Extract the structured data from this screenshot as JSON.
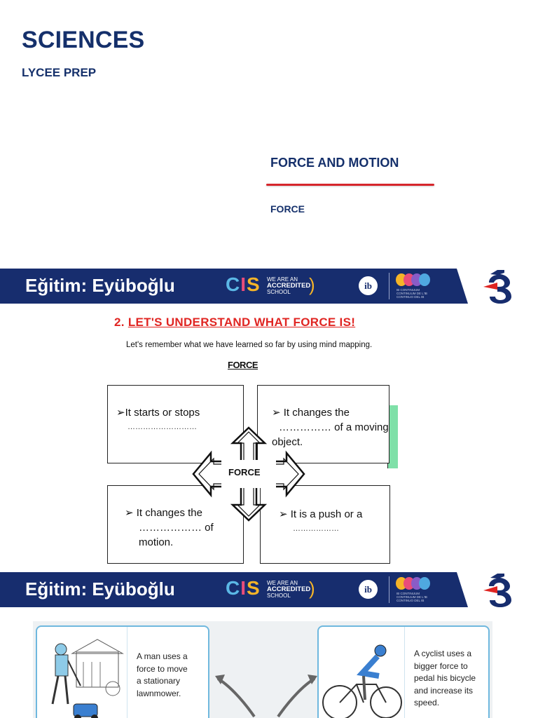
{
  "header": {
    "title": "SCIENCES",
    "subtitle": "LYCEE PREP"
  },
  "section": {
    "title": "FORCE AND MOTION",
    "subtitle": "FORCE"
  },
  "banner": {
    "school_name": "Eğitim: Eyüboğlu",
    "cis_letters": [
      "C",
      "I",
      "S"
    ],
    "cis_line1": "WE ARE AN",
    "cis_line2": "ACCREDITED",
    "cis_line3": "SCHOOL",
    "ib_mark": "ib",
    "ib_small_text": "IB CONTINUUM CONTINUUM DE L'IB CONTINUO DEL IB",
    "colors": {
      "bar": "#172d6e",
      "cis_c": "#5bb8e6",
      "cis_i": "#e94c7a",
      "cis_s": "#f5b428",
      "logo_red": "#e02522"
    }
  },
  "worksheet": {
    "title_number": "2.",
    "title_text": "LET'S UNDERSTAND WHAT FORCE IS!",
    "intro": "Let's remember what we have learned so far by using mind mapping.",
    "heading": "FORCE",
    "center_label": "FORCE",
    "boxes": [
      {
        "line1": "➢It starts or stops",
        "line2": "………………………"
      },
      {
        "line1": "➢  It changes the",
        "line2": "…………… of a moving",
        "line3": "object."
      },
      {
        "line1": "➢ It changes the",
        "line2": "……………… of",
        "line3": "motion."
      },
      {
        "line1": "➢ It is a push or a",
        "line2": "………………"
      }
    ]
  },
  "illustration": {
    "left_card_text": [
      "A man uses a",
      "force to move",
      "a stationary",
      "lawnmower."
    ],
    "right_card_text": [
      "A cyclist uses a",
      "bigger force to",
      "pedal his bicycle",
      "and increase its",
      "speed."
    ]
  }
}
